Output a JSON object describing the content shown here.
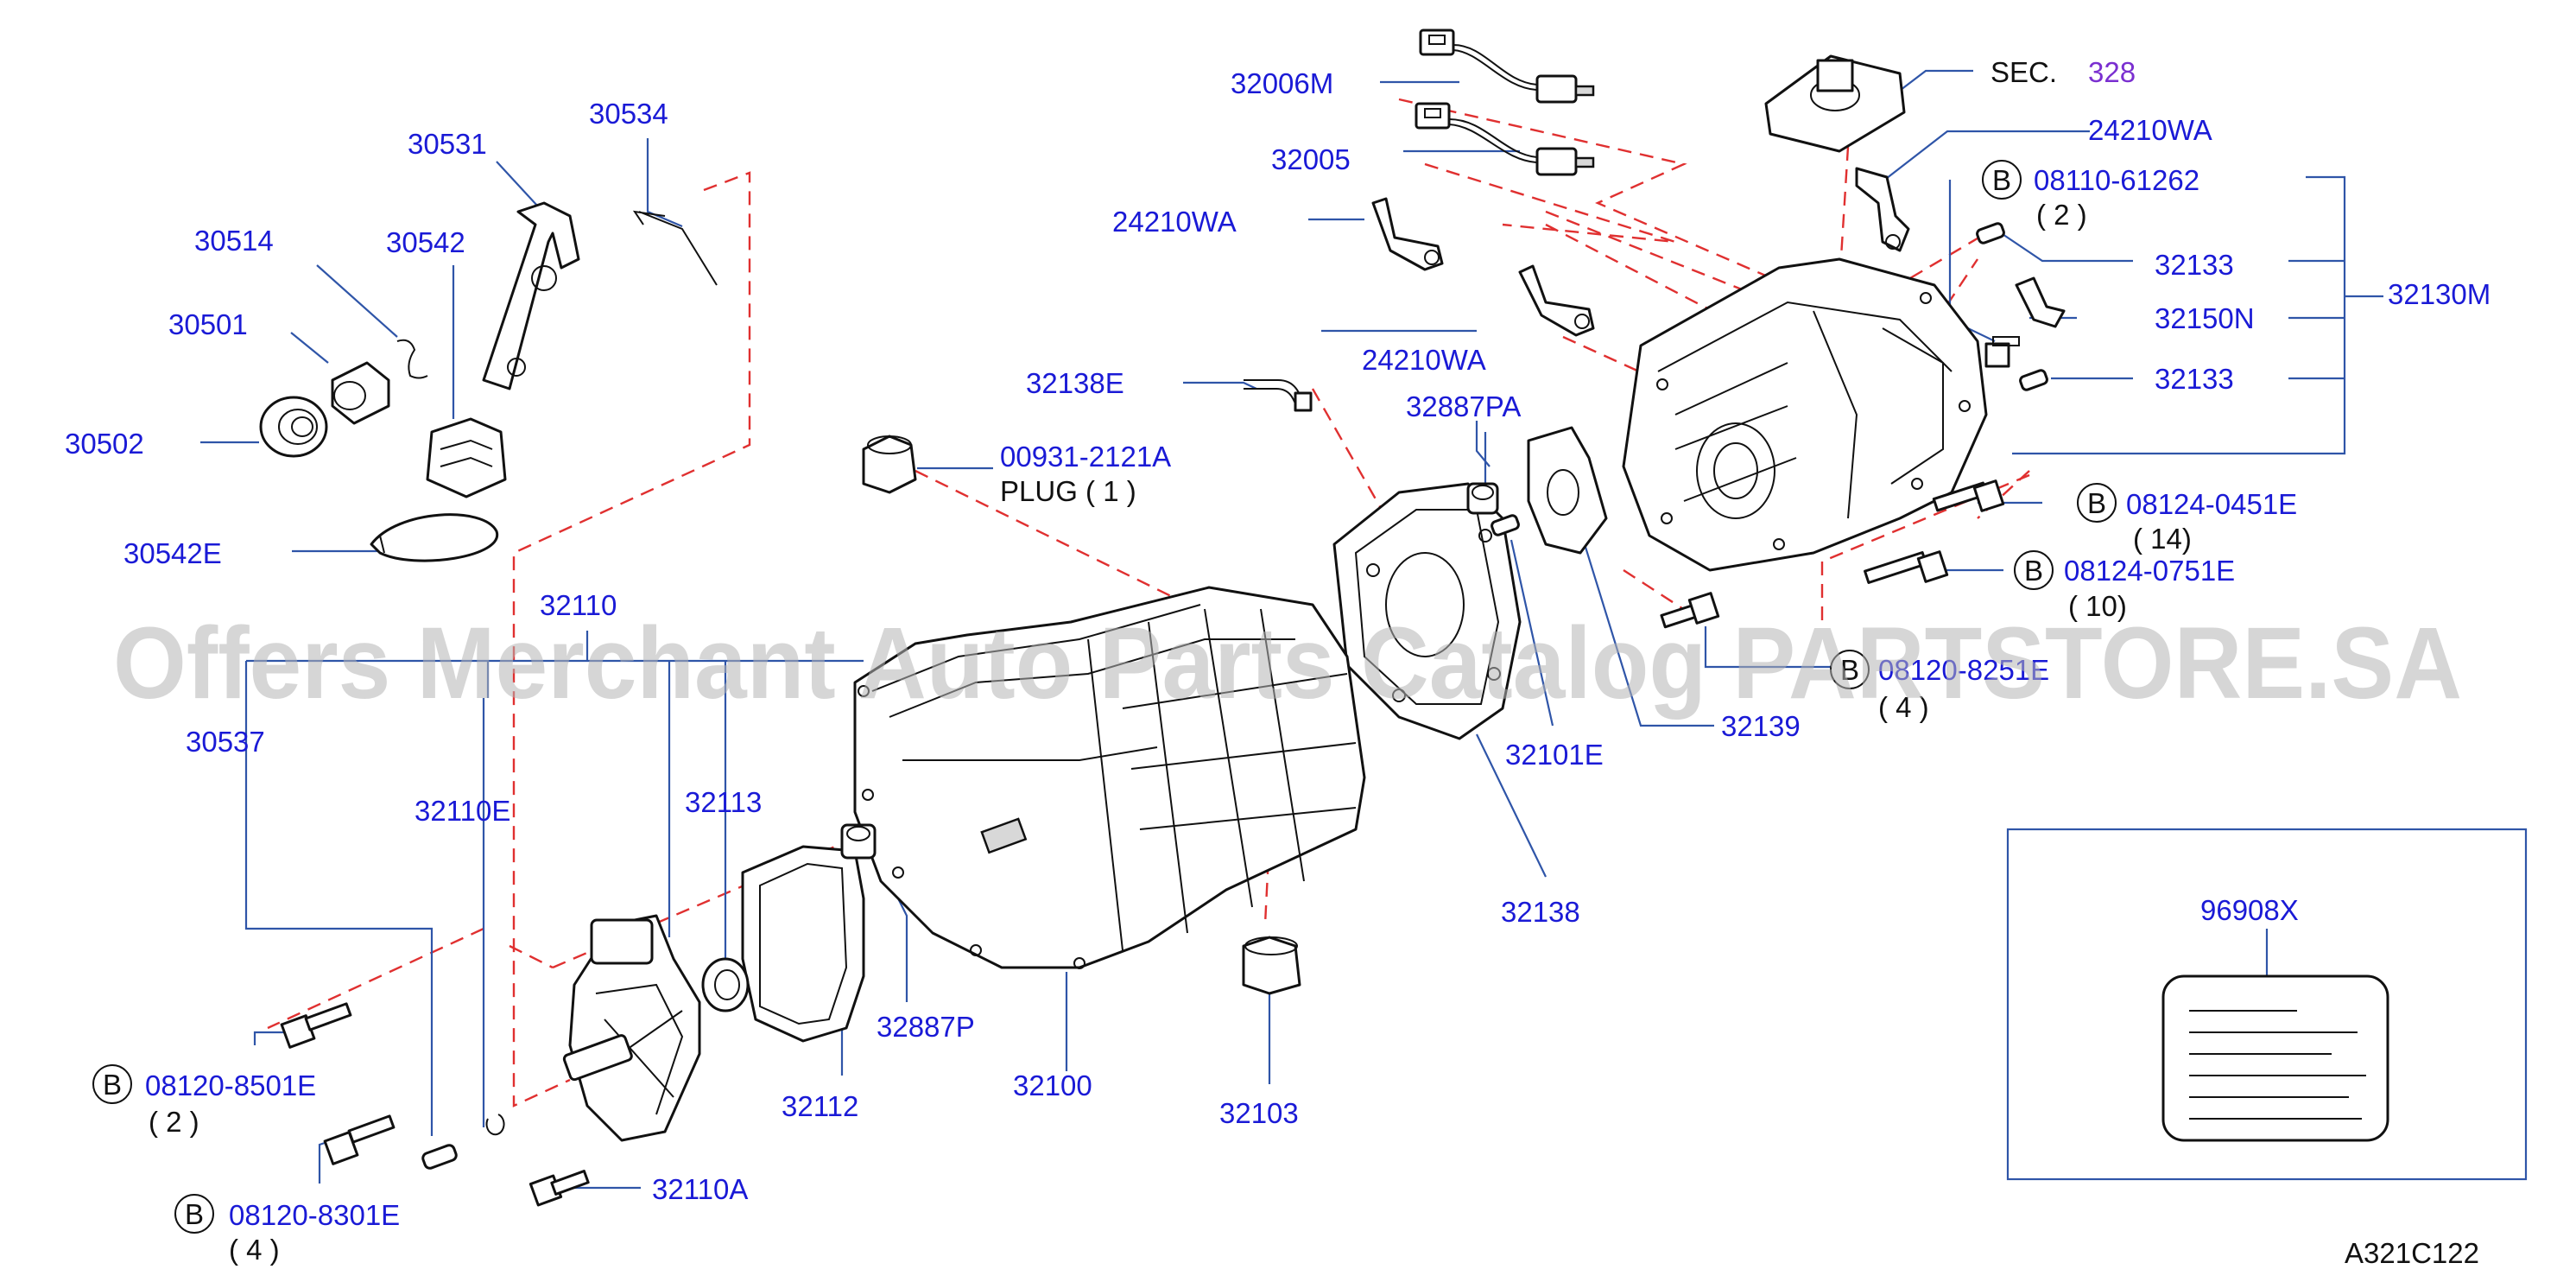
{
  "diagram": {
    "labels": {
      "l_30531": "30531",
      "l_30534": "30534",
      "l_30514": "30514",
      "l_30542": "30542",
      "l_30501": "30501",
      "l_30502": "30502",
      "l_30542E": "30542E",
      "l_32006M": "32006M",
      "l_32005": "32005",
      "l_24210WA_1": "24210WA",
      "l_24210WA_2": "24210WA",
      "l_24210WA_3": "24210WA",
      "l_sec": "SEC.",
      "l_sec_num": "328",
      "l_08110": "08110-61262",
      "l_q2a": "( 2 )",
      "l_32133a": "32133",
      "l_32150N": "32150N",
      "l_32130M": "32130M",
      "l_32133b": "32133",
      "l_32138E": "32138E",
      "l_32887PA": "32887PA",
      "l_00931": "00931-2121A",
      "l_plug": "PLUG ( 1 )",
      "l_08124_0451E": "08124-0451E",
      "l_q14": "( 14)",
      "l_08124_0751E": "08124-0751E",
      "l_q10": "( 10)",
      "l_08120_8251": "08120-8251E",
      "l_q4a": "( 4 )",
      "l_32139": "32139",
      "l_32101E": "32101E",
      "l_32110": "32110",
      "l_30537": "30537",
      "l_32110E": "32110E",
      "l_32113": "32113",
      "l_32138": "32138",
      "l_96908X": "96908X",
      "l_32887P": "32887P",
      "l_32112": "32112",
      "l_32100": "32100",
      "l_32103": "32103",
      "l_08120_8501E": "08120-8501E",
      "l_q2b": "( 2 )",
      "l_08120_8301E": "08120-8301E",
      "l_q4b": "( 4 )",
      "l_32110A": "32110A",
      "l_code": "A321C122",
      "b1": "B",
      "b2": "B",
      "b3": "B",
      "b4": "B",
      "b5": "B",
      "b6": "B"
    },
    "watermark": "Offers Merchant Auto Parts Catalog PARTSTORE.SA",
    "colors": {
      "label": "#1a1ad6",
      "leader": "#2f55a8",
      "dash": "#e03030",
      "sec_ref": "#7a2fd0",
      "watermark": "#b5b5b5"
    }
  }
}
